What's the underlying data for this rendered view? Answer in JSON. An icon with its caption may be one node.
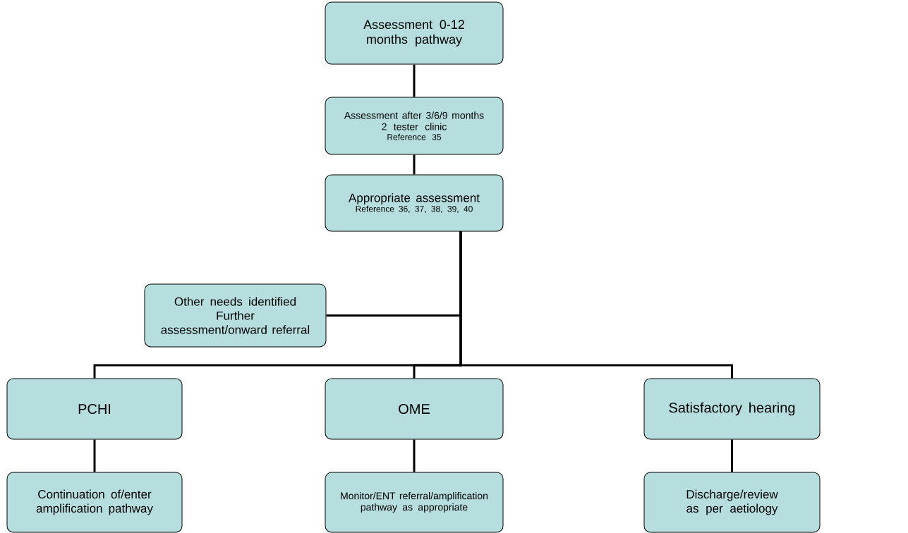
{
  "diagram": {
    "nodes": [
      {
        "text": [
          "Assessment 0-12 months pathway"
        ]
      },
      {
        "text": [
          "Assessment after 3/6/9 months",
          "2 tester clinic",
          "Reference 35"
        ]
      },
      {
        "text": [
          "Appropriate assessment",
          "Reference 36, 37, 38, 39, 40"
        ]
      },
      {
        "text": [
          "Other needs identified",
          "Further assessment/onward referral"
        ]
      },
      {
        "text": [
          "PCHI"
        ]
      },
      {
        "text": [
          "OME"
        ]
      },
      {
        "text": [
          "Satisfactory hearing"
        ]
      },
      {
        "text": [
          "Continuation of/enter amplification pathway"
        ]
      },
      {
        "text": [
          "Monitor/ENT referral/amplification pathway as appropriate"
        ]
      },
      {
        "text": [
          "Discharge/review as per aetiology"
        ]
      }
    ],
    "edges": [
      {
        "from": 0,
        "to": 1,
        "arrow": "none"
      },
      {
        "from": 1,
        "to": 2,
        "arrow": "none"
      },
      {
        "from": 2,
        "to": 3,
        "arrow": "none"
      },
      {
        "from": 2,
        "to": 4,
        "arrow": "none"
      },
      {
        "from": 2,
        "to": 5,
        "arrow": "none"
      },
      {
        "from": 2,
        "to": 6,
        "arrow": "none"
      },
      {
        "from": 4,
        "to": 7,
        "arrow": "none"
      },
      {
        "from": 5,
        "to": 8,
        "arrow": "none"
      },
      {
        "from": 6,
        "to": 9,
        "arrow": "none"
      }
    ]
  }
}
